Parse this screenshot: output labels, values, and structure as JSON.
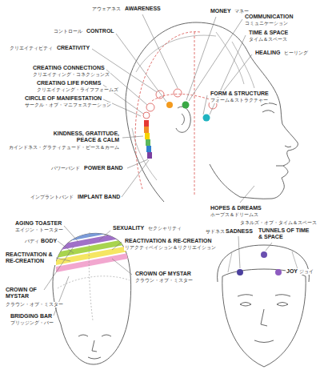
{
  "diagram": {
    "labels": [
      "アウェアネス",
      "AWARENESS",
      "MONEY",
      "マネー",
      "コントロール",
      "CONTROL",
      "COMMUNICATION",
      "コミュニケーション",
      "クリエイティビティ",
      "CREATIVITY",
      "TIME & SPACE",
      "タイム＆スペース",
      "HEALING",
      "ヒーリング",
      "CREATING CONNECTIONS",
      "クリエイティング・コネクションズ",
      "CREATING LIFE FORMS",
      "クリエイティング・ライフフォームズ",
      "FORM & STRUCTURE",
      "フォーム＆ストラクチャー",
      "CIRCLE OF MANIFESTATION",
      "サークル・オブ・マニフェステーション",
      "KINDNESS, GRATITUDE, PEACE & CALM",
      "カインドネス・グラティテュード・ピース＆カーム",
      "パワーバンド",
      "POWER BAND",
      "インプラントバンド",
      "IMPLANT BAND",
      "HOPES & DREAMS",
      "ホープス＆ドリームス",
      "AGING TOASTER",
      "エイジン・トースター",
      "SEXUALITY",
      "セクシャリティ",
      "タネルズ・オブ・タイム＆スペース",
      "TUNNELS OF TIME & SPACE",
      "サドネス",
      "SADNESS",
      "バディ",
      "BODY",
      "REACTIVATION & RE-CREATION",
      "リアクティベイション＆リクリエイション",
      "REACTIVATION & RE-CREATION",
      "CROWN OF MYSTAR",
      "クラウン・オブ・ミスター",
      "JOY",
      "ジョイ",
      "CROWN OF MYSTAR",
      "クラウン・オブ・ミスター",
      "BRIDGING BAR",
      "ブリッジング・バー"
    ]
  }
}
